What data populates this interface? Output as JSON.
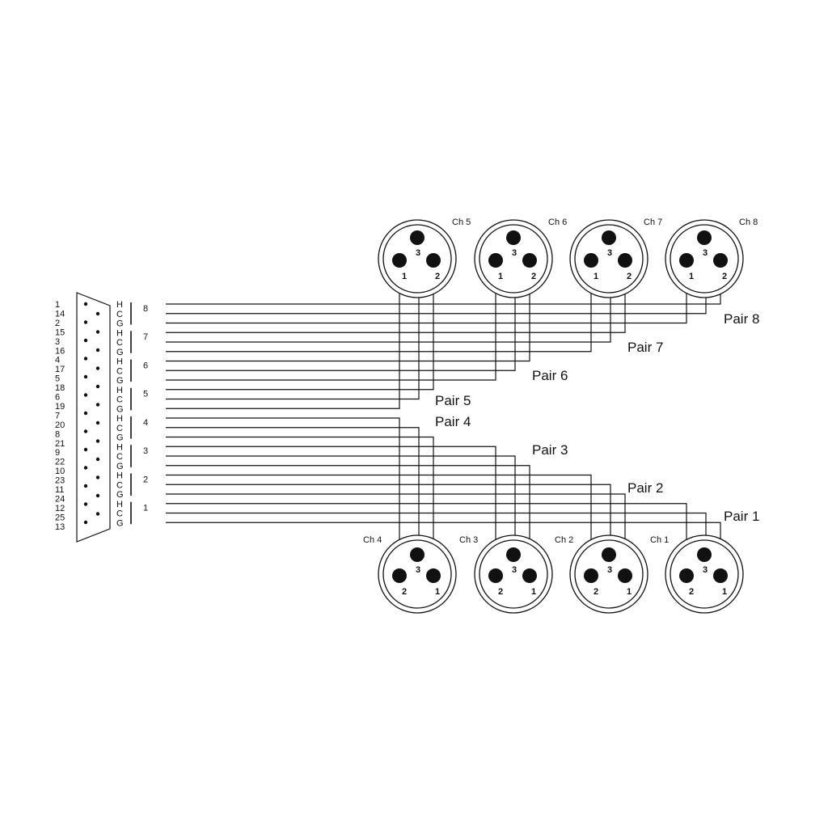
{
  "db25": {
    "pin_labels": [
      "1",
      "14",
      "2",
      "15",
      "3",
      "16",
      "4",
      "17",
      "5",
      "18",
      "6",
      "19",
      "7",
      "20",
      "8",
      "21",
      "9",
      "22",
      "10",
      "23",
      "11",
      "24",
      "12",
      "25",
      "13"
    ]
  },
  "wire_letters": [
    "H",
    "C",
    "G",
    "H",
    "C",
    "G",
    "H",
    "C",
    "G",
    "H",
    "C",
    "G",
    "H",
    "C",
    "G",
    "H",
    "C",
    "G",
    "H",
    "C",
    "G",
    "H",
    "C",
    "G"
  ],
  "pair_numbers": [
    "8",
    "7",
    "6",
    "5",
    "4",
    "3",
    "2",
    "1"
  ],
  "top_connectors": [
    {
      "label": "Ch 5",
      "pins": [
        "3",
        "1",
        "2"
      ]
    },
    {
      "label": "Ch 6",
      "pins": [
        "3",
        "1",
        "2"
      ]
    },
    {
      "label": "Ch 7",
      "pins": [
        "3",
        "1",
        "2"
      ]
    },
    {
      "label": "Ch 8",
      "pins": [
        "3",
        "1",
        "2"
      ]
    }
  ],
  "bottom_connectors": [
    {
      "label": "Ch 4",
      "pins": [
        "3",
        "2",
        "1"
      ]
    },
    {
      "label": "Ch 3",
      "pins": [
        "3",
        "2",
        "1"
      ]
    },
    {
      "label": "Ch 2",
      "pins": [
        "3",
        "2",
        "1"
      ]
    },
    {
      "label": "Ch 1",
      "pins": [
        "3",
        "2",
        "1"
      ]
    }
  ],
  "pair_labels": [
    "Pair 8",
    "Pair 7",
    "Pair 6",
    "Pair 5",
    "Pair 4",
    "Pair 3",
    "Pair 2",
    "Pair 1"
  ]
}
